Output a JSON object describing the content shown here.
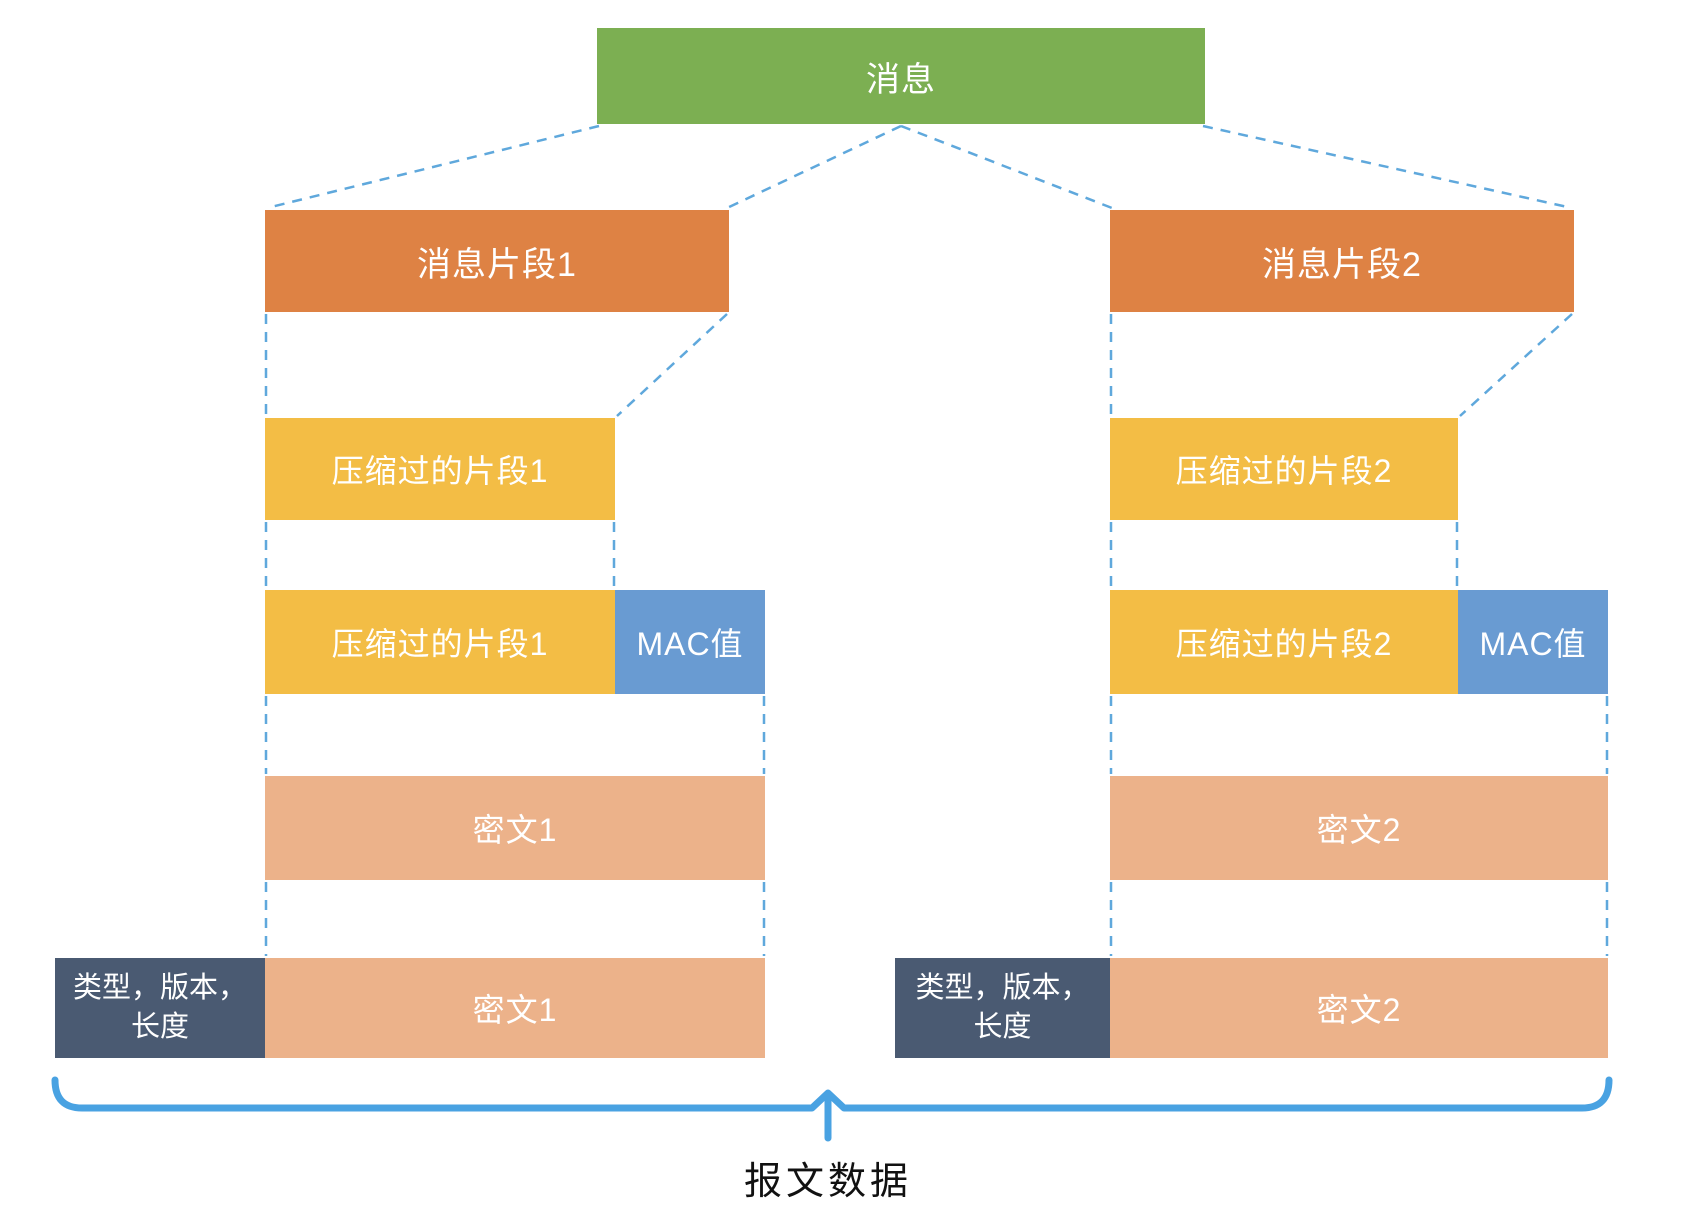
{
  "diagram_title": "TLS record construction diagram",
  "colors": {
    "message_green": "#7caf52",
    "fragment_orange": "#de8244",
    "compressed_yellow": "#f3bd45",
    "mac_blue": "#699bd2",
    "cipher_salmon": "#ecb28a",
    "record_header_slate": "#4a5a72",
    "dashed_connector_blue": "#5fa8dc",
    "brace_blue": "#49a2e2",
    "box_text_white": "#ffffff",
    "footer_text_black": "#111111"
  },
  "message_box": {
    "label": "消息"
  },
  "columns": [
    {
      "fragment": "消息片段1",
      "compressed": "压缩过的片段1",
      "compressed_with_mac": "压缩过的片段1",
      "mac": "MAC值",
      "ciphertext": "密文1",
      "record_ciphertext": "密文1",
      "record_header_line1": "类型，版本，",
      "record_header_line2": "长度"
    },
    {
      "fragment": "消息片段2",
      "compressed": "压缩过的片段2",
      "compressed_with_mac": "压缩过的片段2",
      "mac": "MAC值",
      "ciphertext": "密文2",
      "record_ciphertext": "密文2",
      "record_header_line1": "类型，版本，",
      "record_header_line2": "长度"
    }
  ],
  "footer": {
    "label": "报文数据"
  }
}
